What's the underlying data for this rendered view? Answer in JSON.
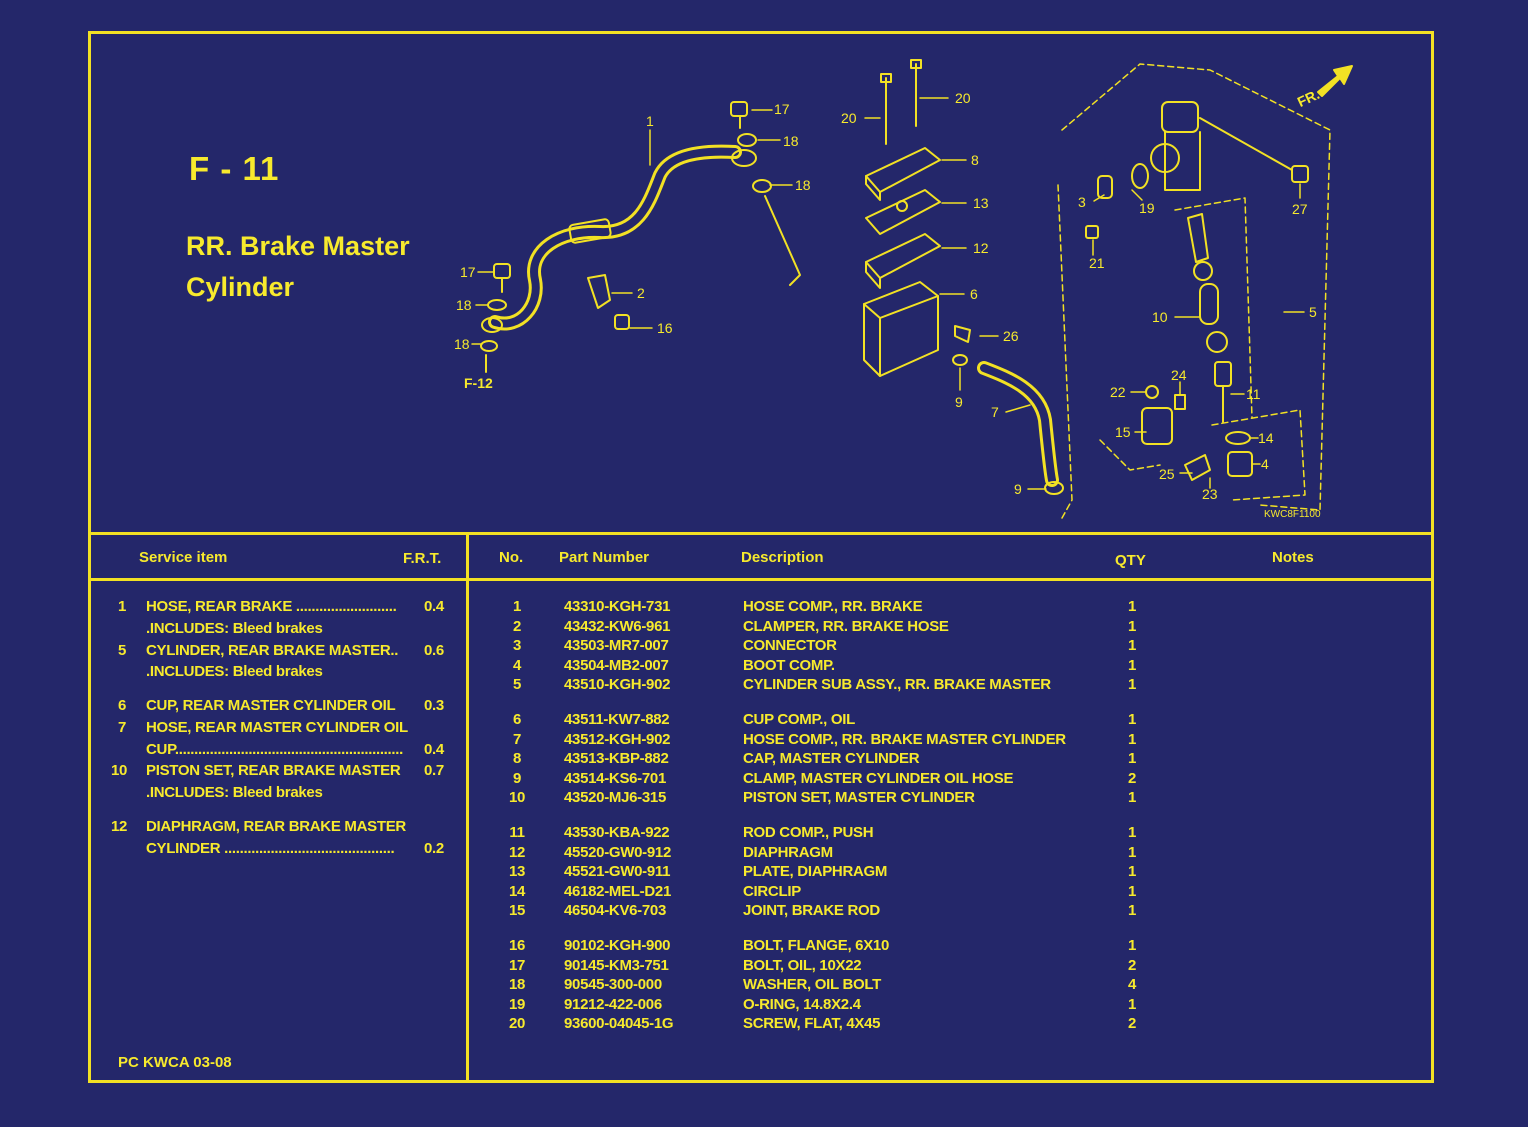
{
  "figure": {
    "code": "F - 11",
    "title_line1": "RR. Brake Master",
    "title_line2": "Cylinder",
    "ref_f12": "F-12",
    "direction": "FR.",
    "drawing_code": "KWC8F1100"
  },
  "service": {
    "header_item": "Service item",
    "header_frt": "F.R.T.",
    "items": [
      {
        "no": "1",
        "name": "HOSE, REAR BRAKE ..........................",
        "frt": "0.4",
        "note": ".INCLUDES: Bleed brakes"
      },
      {
        "no": "5",
        "name": "CYLINDER, REAR BRAKE MASTER..",
        "frt": "0.6",
        "note": ".INCLUDES: Bleed brakes"
      },
      {
        "no": "6",
        "name": "CUP, REAR MASTER CYLINDER OIL",
        "frt": "0.3"
      },
      {
        "no": "7",
        "name": "HOSE, REAR MASTER CYLINDER OIL",
        "cont": "CUP...........................................................",
        "frt": "0.4"
      },
      {
        "no": "10",
        "name": "PISTON SET, REAR BRAKE MASTER",
        "frt": "0.7",
        "note": ".INCLUDES: Bleed brakes"
      },
      {
        "no": "12",
        "name": "DIAPHRAGM, REAR BRAKE MASTER",
        "cont": "CYLINDER ............................................",
        "frt": "0.2"
      }
    ],
    "footer": "PC KWCA 03-08"
  },
  "parts": {
    "headers": {
      "no": "No.",
      "part_number": "Part Number",
      "description": "Description",
      "qty": "QTY",
      "notes": "Notes"
    },
    "rows": [
      {
        "no": "1",
        "pn": "43310-KGH-731",
        "desc": "HOSE COMP., RR. BRAKE",
        "qty": "1"
      },
      {
        "no": "2",
        "pn": "43432-KW6-961",
        "desc": "CLAMPER, RR. BRAKE HOSE",
        "qty": "1"
      },
      {
        "no": "3",
        "pn": "43503-MR7-007",
        "desc": "CONNECTOR",
        "qty": "1"
      },
      {
        "no": "4",
        "pn": "43504-MB2-007",
        "desc": "BOOT COMP.",
        "qty": "1"
      },
      {
        "no": "5",
        "pn": "43510-KGH-902",
        "desc": "CYLINDER SUB ASSY., RR. BRAKE  MASTER",
        "qty": "1"
      },
      {
        "no": "6",
        "pn": "43511-KW7-882",
        "desc": "CUP COMP., OIL",
        "qty": "1"
      },
      {
        "no": "7",
        "pn": "43512-KGH-902",
        "desc": "HOSE COMP., RR. BRAKE MASTER CYLINDER",
        "qty": "1"
      },
      {
        "no": "8",
        "pn": "43513-KBP-882",
        "desc": "CAP, MASTER CYLINDER",
        "qty": "1"
      },
      {
        "no": "9",
        "pn": "43514-KS6-701",
        "desc": "CLAMP, MASTER CYLINDER OIL HOSE",
        "qty": "2"
      },
      {
        "no": "10",
        "pn": "43520-MJ6-315",
        "desc": "PISTON SET, MASTER CYLINDER",
        "qty": "1"
      },
      {
        "no": "11",
        "pn": "43530-KBA-922",
        "desc": "ROD COMP., PUSH",
        "qty": "1"
      },
      {
        "no": "12",
        "pn": "45520-GW0-912",
        "desc": "DIAPHRAGM",
        "qty": "1"
      },
      {
        "no": "13",
        "pn": "45521-GW0-911",
        "desc": "PLATE, DIAPHRAGM",
        "qty": "1"
      },
      {
        "no": "14",
        "pn": "46182-MEL-D21",
        "desc": "CIRCLIP",
        "qty": "1"
      },
      {
        "no": "15",
        "pn": "46504-KV6-703",
        "desc": "JOINT, BRAKE ROD",
        "qty": "1"
      },
      {
        "no": "16",
        "pn": "90102-KGH-900",
        "desc": "BOLT, FLANGE, 6X10",
        "qty": "1"
      },
      {
        "no": "17",
        "pn": "90145-KM3-751",
        "desc": "BOLT, OIL, 10X22",
        "qty": "2"
      },
      {
        "no": "18",
        "pn": "90545-300-000",
        "desc": "WASHER, OIL BOLT",
        "qty": "4"
      },
      {
        "no": "19",
        "pn": "91212-422-006",
        "desc": "O-RING, 14.8X2.4",
        "qty": "1"
      },
      {
        "no": "20",
        "pn": "93600-04045-1G",
        "desc": "SCREW, FLAT, 4X45",
        "qty": "2"
      }
    ]
  },
  "callouts": [
    "1",
    "2",
    "3",
    "4",
    "5",
    "6",
    "7",
    "8",
    "9",
    "10",
    "11",
    "12",
    "13",
    "14",
    "15",
    "16",
    "17",
    "18",
    "19",
    "20",
    "21",
    "22",
    "23",
    "24",
    "25",
    "26",
    "27"
  ],
  "colors": {
    "background": "#24276a",
    "line": "#f2e124",
    "text": "#f7ea2d"
  }
}
